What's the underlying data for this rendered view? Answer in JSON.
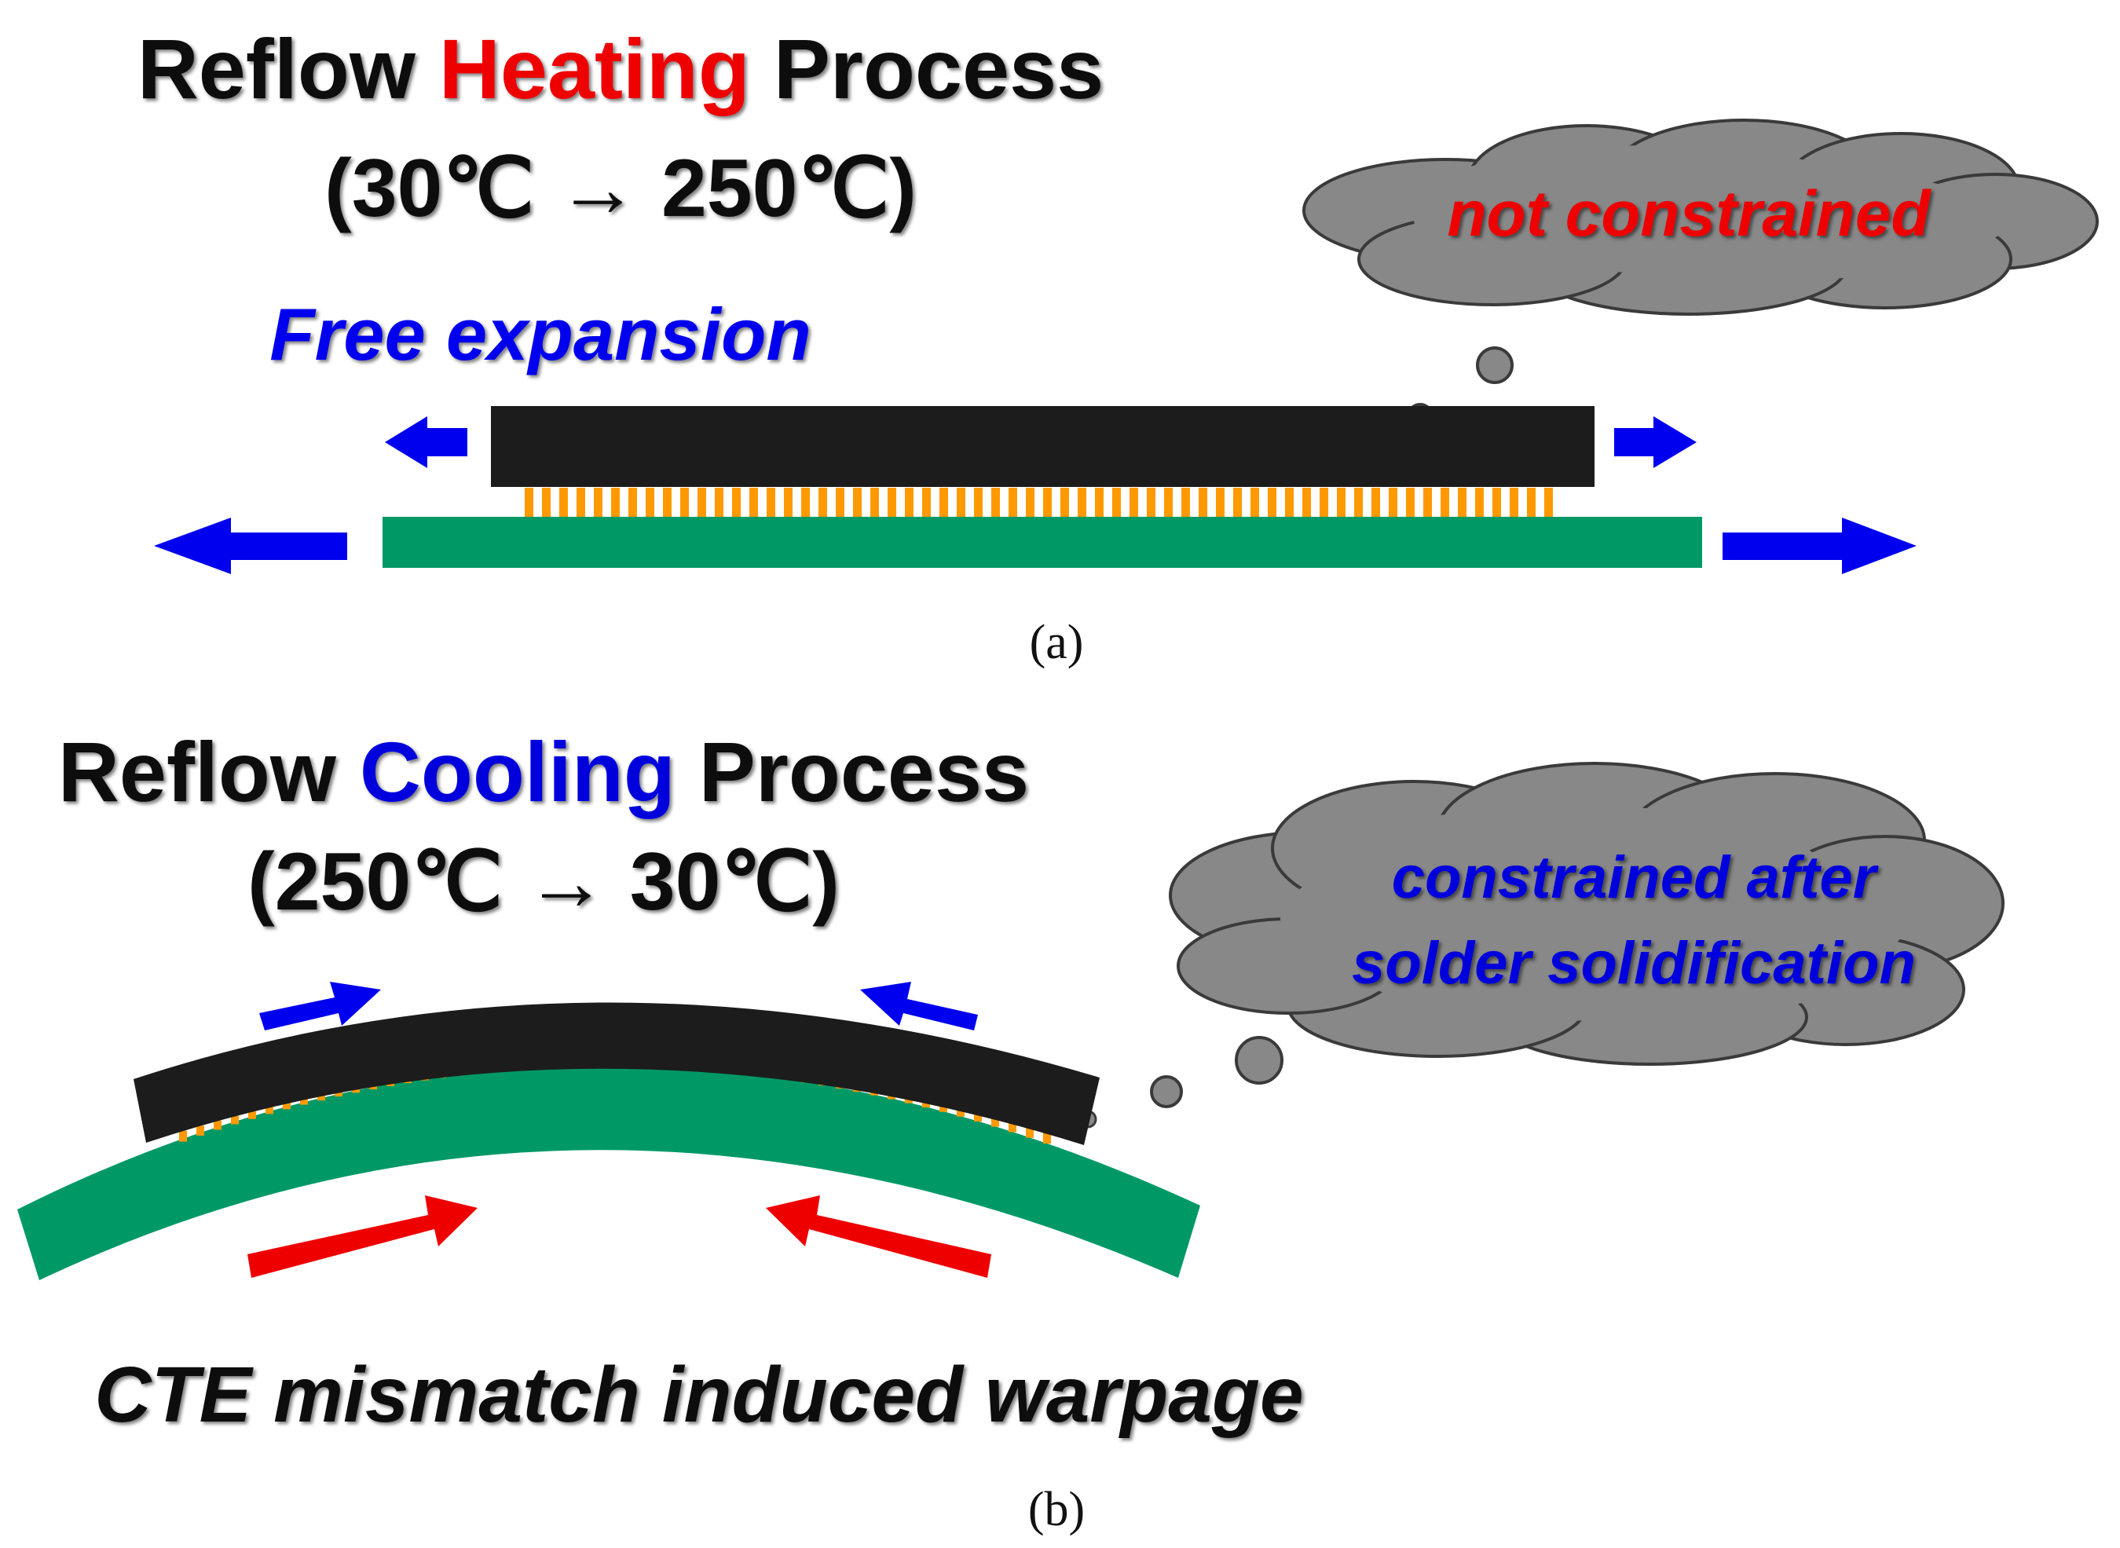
{
  "panel_a": {
    "title": {
      "part1": "Reflow ",
      "highlight": "Heating",
      "part2": " Process"
    },
    "temps": "(30℃ → 250℃)",
    "label": "Free expansion",
    "bubble": "not constrained",
    "caption": "(a)"
  },
  "panel_b": {
    "title": {
      "part1": "Reflow ",
      "highlight": "Cooling",
      "part2": " Process"
    },
    "temps": "(250℃ → 30℃)",
    "bubble_line1": "constrained after",
    "bubble_line2": "solder solidification",
    "bottom_label": "CTE mismatch induced warpage",
    "caption": "(b)"
  },
  "colors": {
    "chip": "#1c1c1c",
    "substrate": "#009966",
    "solder": "#ff9900",
    "arrow_blue": "#0000ee",
    "arrow_red": "#ee0000",
    "heating_text": "#ee0000",
    "cooling_text": "#0000dd",
    "cloud": "#888888"
  }
}
